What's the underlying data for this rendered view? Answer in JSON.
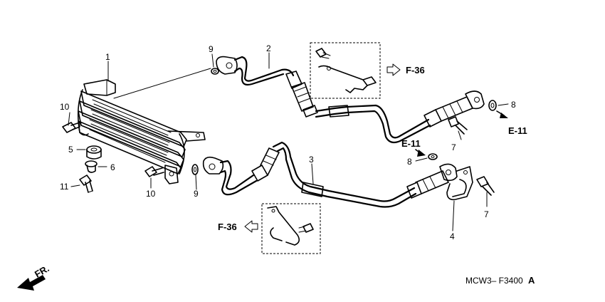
{
  "parts": {
    "p1": "1",
    "p2": "2",
    "p3": "3",
    "p4": "4",
    "p5": "5",
    "p6": "6",
    "p7a": "7",
    "p7b": "7",
    "p8a": "8",
    "p8b": "8",
    "p9a": "9",
    "p9b": "9",
    "p10a": "10",
    "p10b": "10",
    "p11": "11"
  },
  "references": {
    "f36_top": "F-36",
    "f36_bottom": "F-36",
    "e11_right": "E-11",
    "e11_mid": "E-11"
  },
  "direction": {
    "label": "FR."
  },
  "diagram_code": "MCW3– F3400",
  "diagram_code_suffix": "A"
}
